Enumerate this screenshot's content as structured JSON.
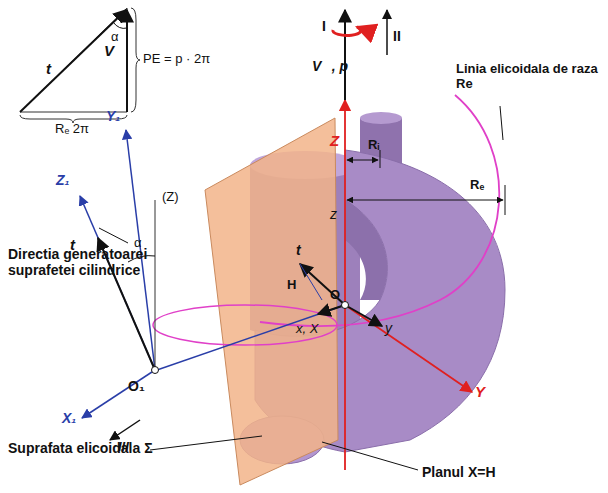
{
  "diagram": {
    "labels": [
      "t⃗",
      "V⃗",
      "α",
      "PE = p · 2π",
      "Rₑ 2π",
      "I",
      "II",
      "V⃗, p",
      "Z",
      "Rᵢ",
      "Linia elicoidala de raza Re",
      "Y₁",
      "(Z)",
      "Z₁",
      "t⃗",
      "α",
      "z",
      "Rₑ",
      "t⃗",
      "H",
      "O",
      "y",
      "x, X",
      "Y",
      "Directia generatoarei suprafetei cilindrice",
      "O₁",
      "X₁",
      "III",
      "Suprafata elicoidala Σ",
      "Planul X=H"
    ]
  }
}
